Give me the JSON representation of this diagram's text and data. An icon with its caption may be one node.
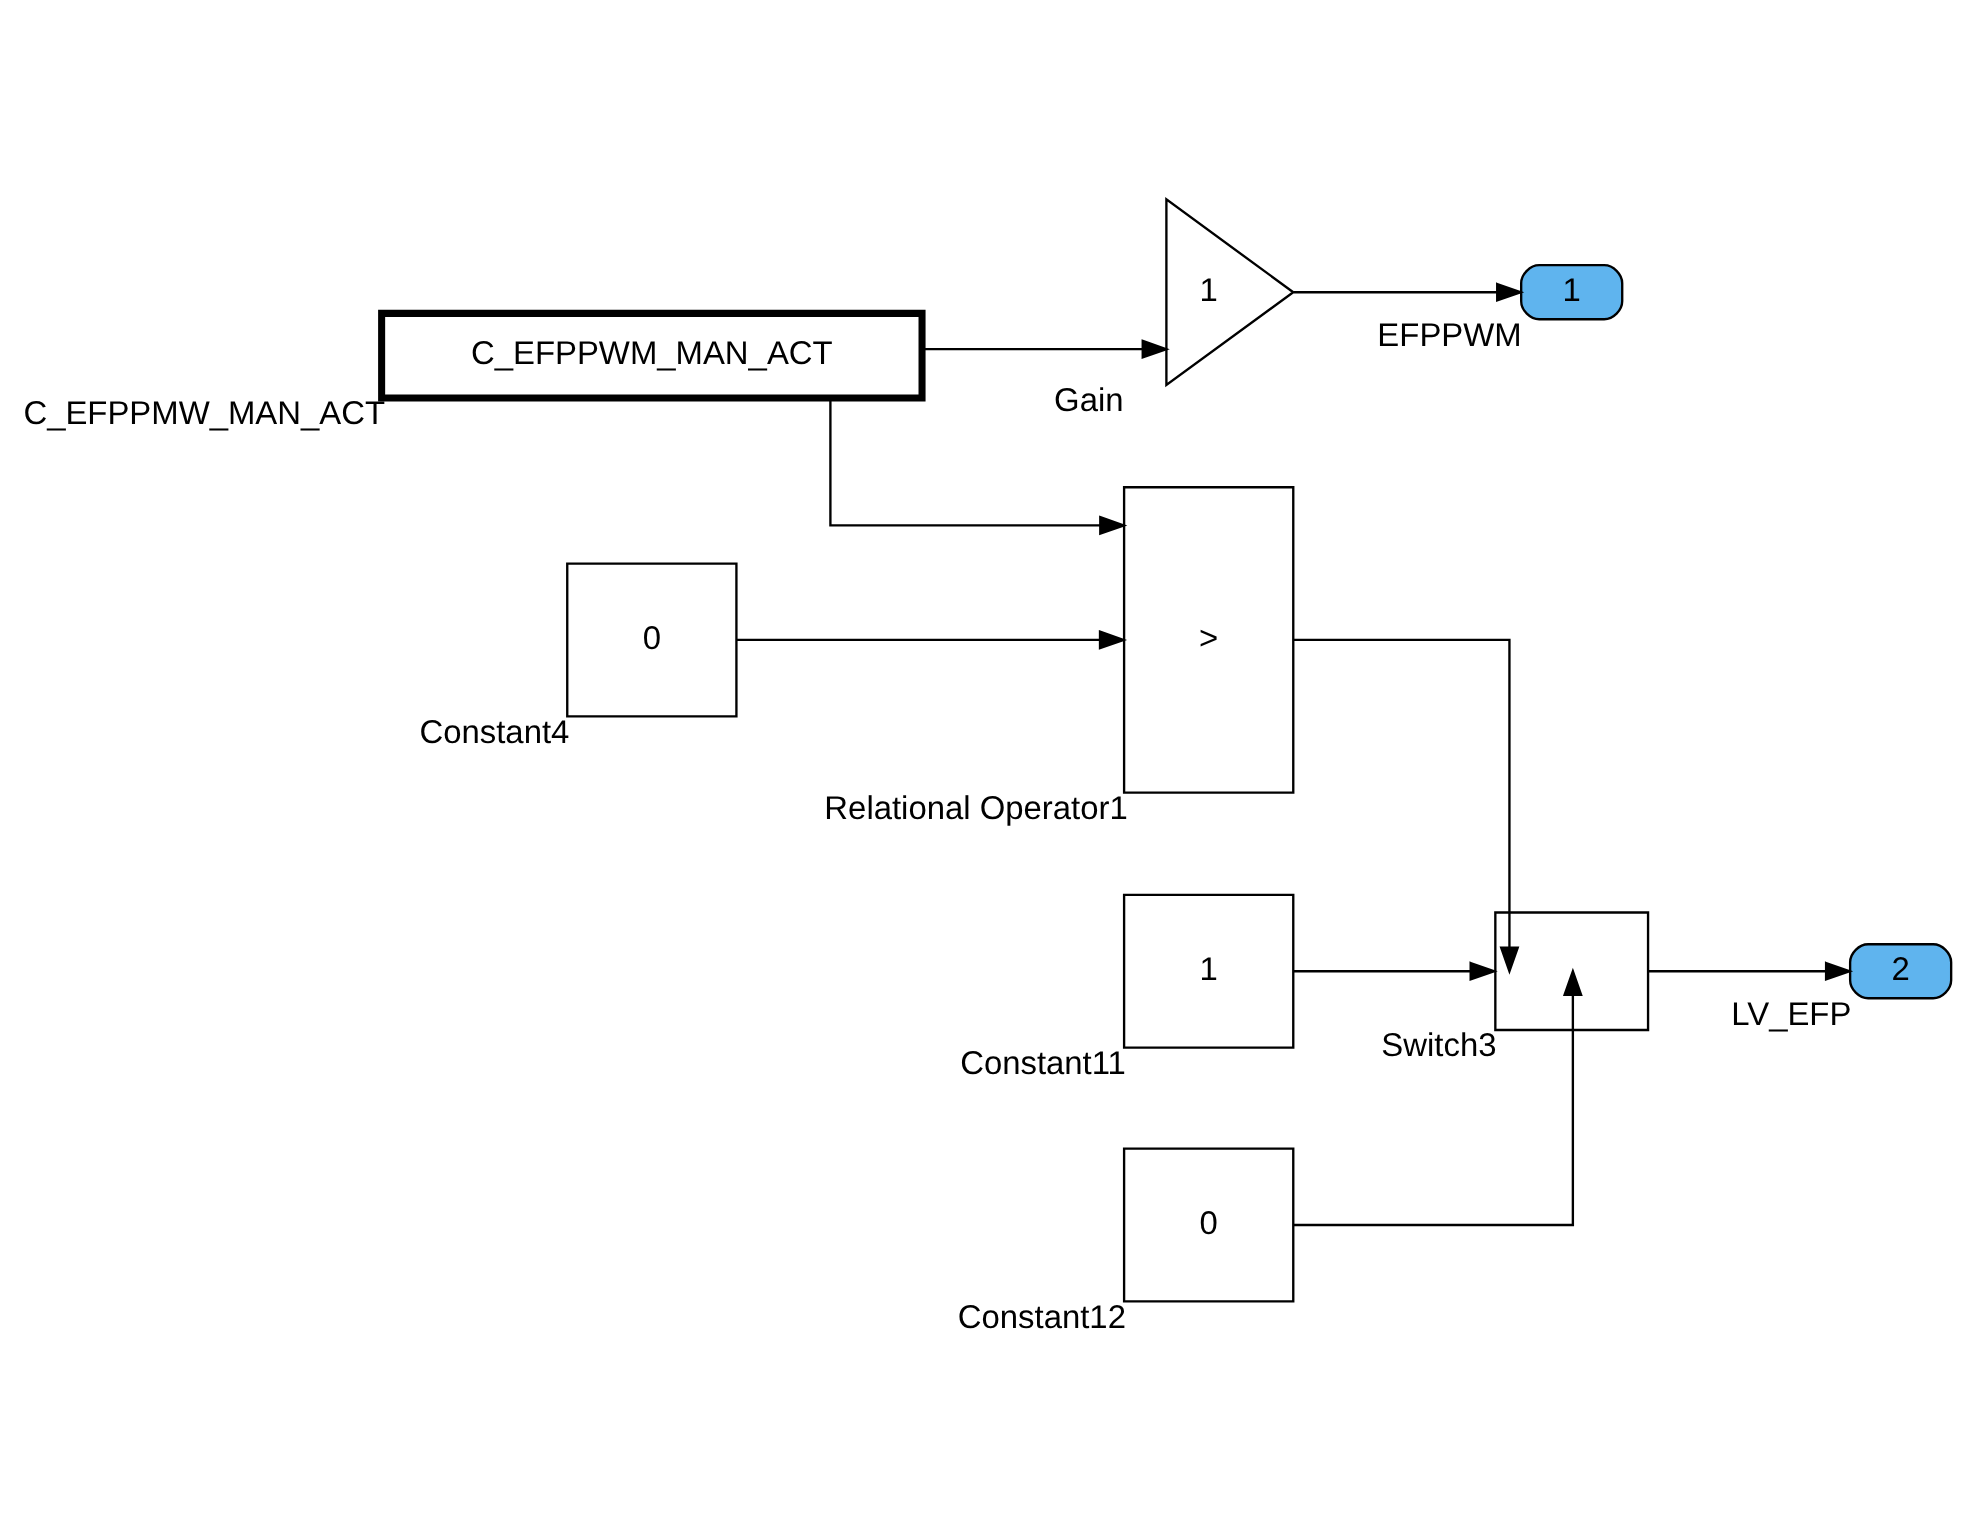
{
  "diagram": {
    "nodes": [
      {
        "text": [
          "C_EFPPWM_MAN_ACT"
        ],
        "beside": [
          "C_EFPPMW_MAN_ACT"
        ]
      },
      {
        "text": [
          "1"
        ],
        "beside": [
          "Gain"
        ]
      },
      {
        "text": [
          "1"
        ],
        "beside": [
          "EFPPWM"
        ]
      },
      {
        "text": [
          "1"
        ],
        "beside": [
          "Constant11"
        ]
      },
      {
        "text": [
          ">"
        ],
        "beside": [
          "Relational Operator1"
        ]
      },
      {
        "text": [
          "0"
        ],
        "beside": [
          "Constant4"
        ]
      },
      {
        "text": [],
        "shape": "box",
        "beside": [
          "Switch3"
        ]
      },
      {
        "text": [
          "2"
        ],
        "beside": [
          "LV_EFP"
        ]
      },
      {
        "text": [
          "0"
        ],
        "beside": [
          "Constant12"
        ]
      }
    ],
    "edges": [
      {
        "from": 0,
        "to": 1,
        "arrow": "to"
      },
      {
        "from": 0,
        "to": 4,
        "arrow": "to"
      },
      {
        "from": 1,
        "to": 2,
        "arrow": "to"
      },
      {
        "from": 5,
        "to": 4,
        "arrow": "to"
      },
      {
        "from": 3,
        "to": 6,
        "arrow": "to"
      },
      {
        "from": 4,
        "to": 6,
        "arrow": "to"
      },
      {
        "from": 8,
        "to": 6,
        "arrow": "to"
      },
      {
        "from": 6,
        "to": 7,
        "arrow": "to"
      }
    ]
  }
}
